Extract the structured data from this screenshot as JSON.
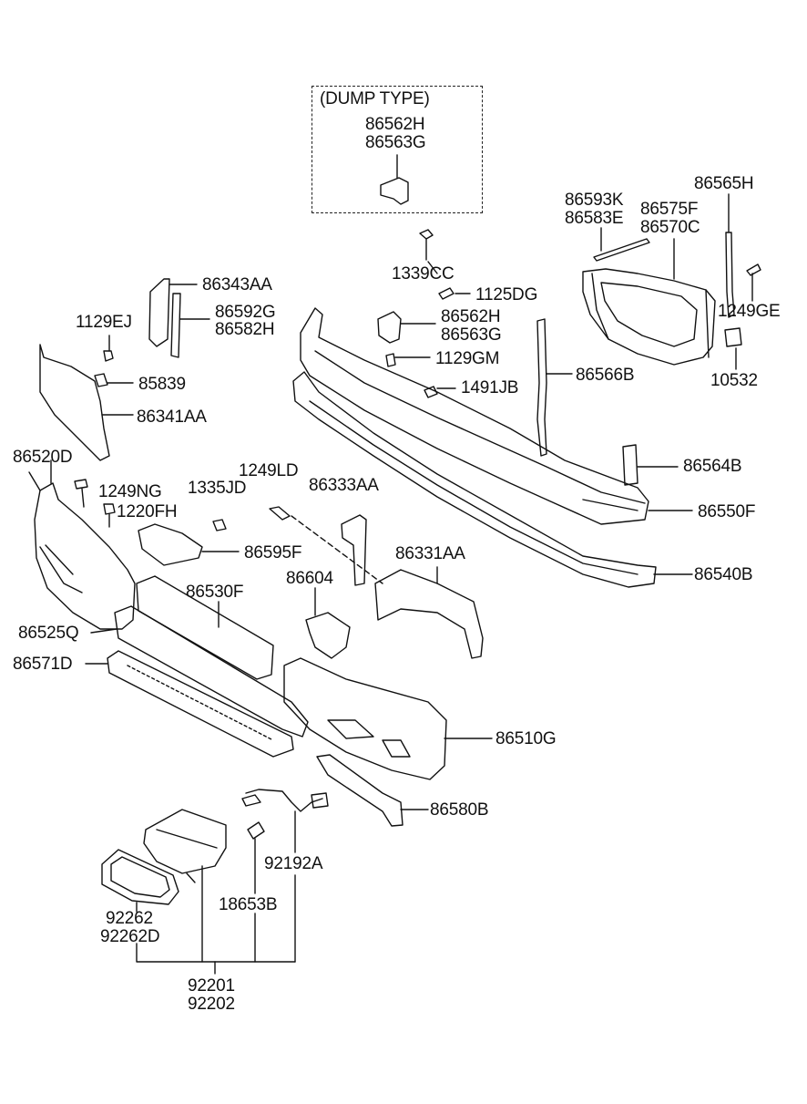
{
  "diagram": {
    "dump_box": {
      "title": "(DUMP TYPE)",
      "parts": [
        "86562H",
        "86563G"
      ]
    },
    "labels": {
      "p86593K": "86593K",
      "p86583E": "86583E",
      "p86575F": "86575F",
      "p86570C": "86570C",
      "p86565H": "86565H",
      "p1339CC": "1339CC",
      "p1125DG": "1125DG",
      "p86343AA": "86343AA",
      "p86592G": "86592G",
      "p86582H": "86582H",
      "p1129EJ": "1129EJ",
      "p86562H": "86562H",
      "p86563G": "86563G",
      "p1129GM": "1129GM",
      "p1249GE": "1249GE",
      "p85839": "85839",
      "p1491JB": "1491JB",
      "p86566B": "86566B",
      "p10532": "10532",
      "p86341AA": "86341AA",
      "p86520D": "86520D",
      "p1249LD": "1249LD",
      "p86333AA": "86333AA",
      "p86564B": "86564B",
      "p1249NG": "1249NG",
      "p1335JD": "1335JD",
      "p1220FH": "1220FH",
      "p86550F": "86550F",
      "p86595F": "86595F",
      "p86331AA": "86331AA",
      "p86540B": "86540B",
      "p86604": "86604",
      "p86530F": "86530F",
      "p86525Q": "86525Q",
      "p86571D": "86571D",
      "p86510G": "86510G",
      "p86580B": "86580B",
      "p92192A": "92192A",
      "p18653B": "18653B",
      "p92262": "92262",
      "p92262D": "92262D",
      "p92201": "92201",
      "p92202": "92202"
    }
  }
}
